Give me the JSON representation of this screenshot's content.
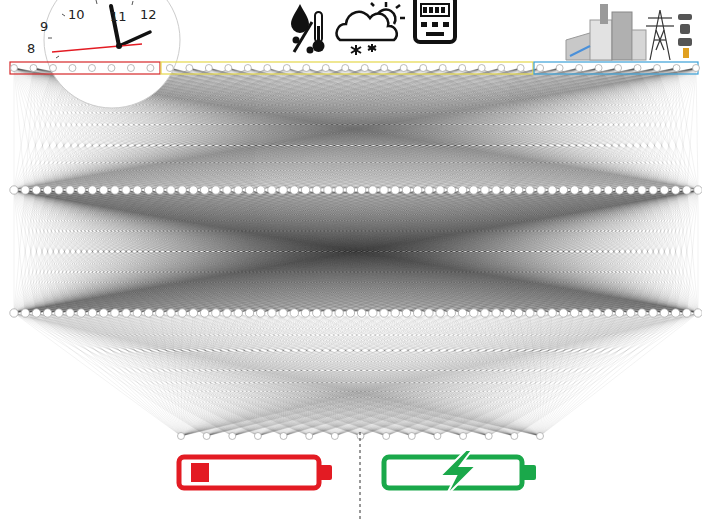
{
  "diagram": {
    "labels": [
      "10",
      "11",
      "12",
      "9",
      "8"
    ]
  }
}
